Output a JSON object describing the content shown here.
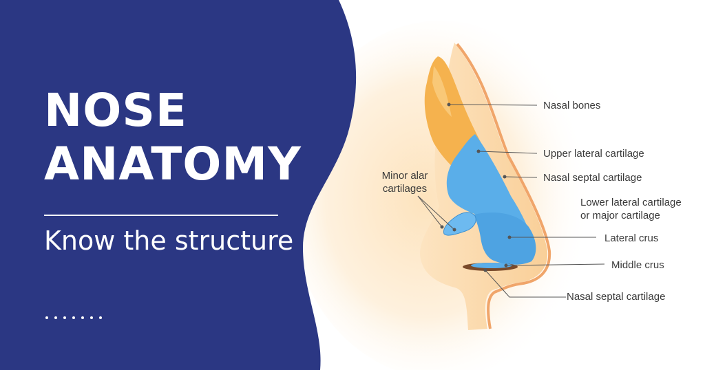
{
  "banner": {
    "title_line1": "NOSE",
    "title_line2": "ANATOMY",
    "subtitle": "Know the structure",
    "dot_count": 7
  },
  "colors": {
    "panel": "#2b3783",
    "bone": "#f5b24e",
    "cartilage": "#5aaee9",
    "skin": "#f9d6a8",
    "leader_line": "#555555"
  },
  "labels": {
    "nasal_bones": "Nasal bones",
    "upper_lateral_cartilage": "Upper lateral cartilage",
    "nasal_septal_cartilage_upper": "Nasal septal cartilage",
    "lower_lateral_line1": "Lower lateral cartilage",
    "lower_lateral_line2": "or major cartilage",
    "lateral_crus": "Lateral crus",
    "middle_crus": "Middle crus",
    "nasal_septal_cartilage_lower": "Nasal septal cartilage",
    "minor_alar_line1": "Minor alar",
    "minor_alar_line2": "cartilages"
  }
}
